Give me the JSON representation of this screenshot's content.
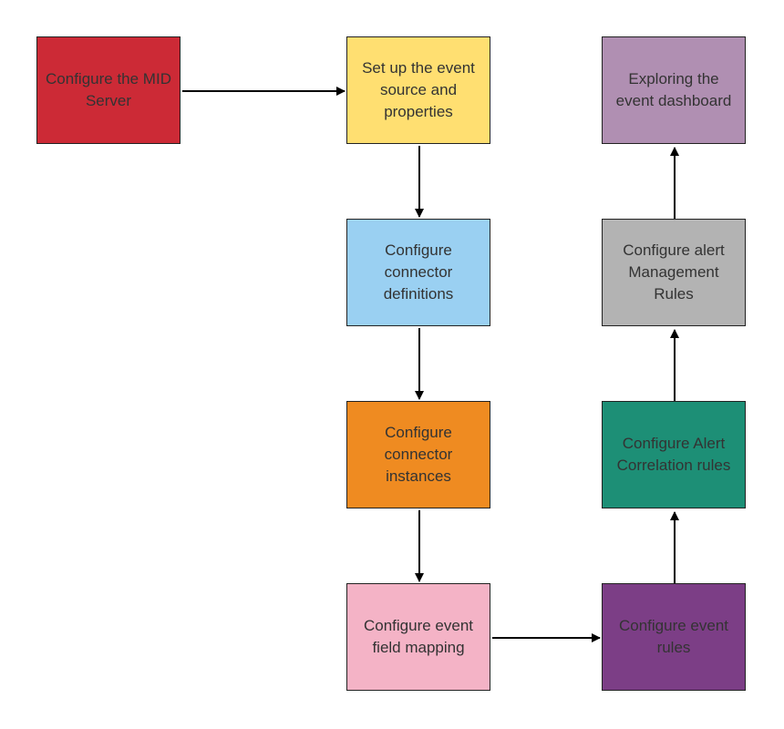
{
  "diagram": {
    "steps": [
      {
        "id": "mid",
        "label": "Configure the MID Server",
        "color": "#cc2a36"
      },
      {
        "id": "source",
        "label": "Set up the event source and properties",
        "color": "#ffdf71"
      },
      {
        "id": "definitions",
        "label": "Configure connector definitions",
        "color": "#9ad0f2"
      },
      {
        "id": "instances",
        "label": "Configure connector instances",
        "color": "#ef8b21"
      },
      {
        "id": "mapping",
        "label": "Configure event field mapping",
        "color": "#f4b3c6"
      },
      {
        "id": "rules",
        "label": "Configure event rules",
        "color": "#7c3e86"
      },
      {
        "id": "correlation",
        "label": "Configure Alert Correlation rules",
        "color": "#1d8f76"
      },
      {
        "id": "management",
        "label": "Configure alert Management Rules",
        "color": "#b3b3b3"
      },
      {
        "id": "dashboard",
        "label": "Exploring the event dashboard",
        "color": "#b08fb2"
      }
    ],
    "edges": [
      [
        "mid",
        "source"
      ],
      [
        "source",
        "definitions"
      ],
      [
        "definitions",
        "instances"
      ],
      [
        "instances",
        "mapping"
      ],
      [
        "mapping",
        "rules"
      ],
      [
        "rules",
        "correlation"
      ],
      [
        "correlation",
        "management"
      ],
      [
        "management",
        "dashboard"
      ]
    ]
  }
}
